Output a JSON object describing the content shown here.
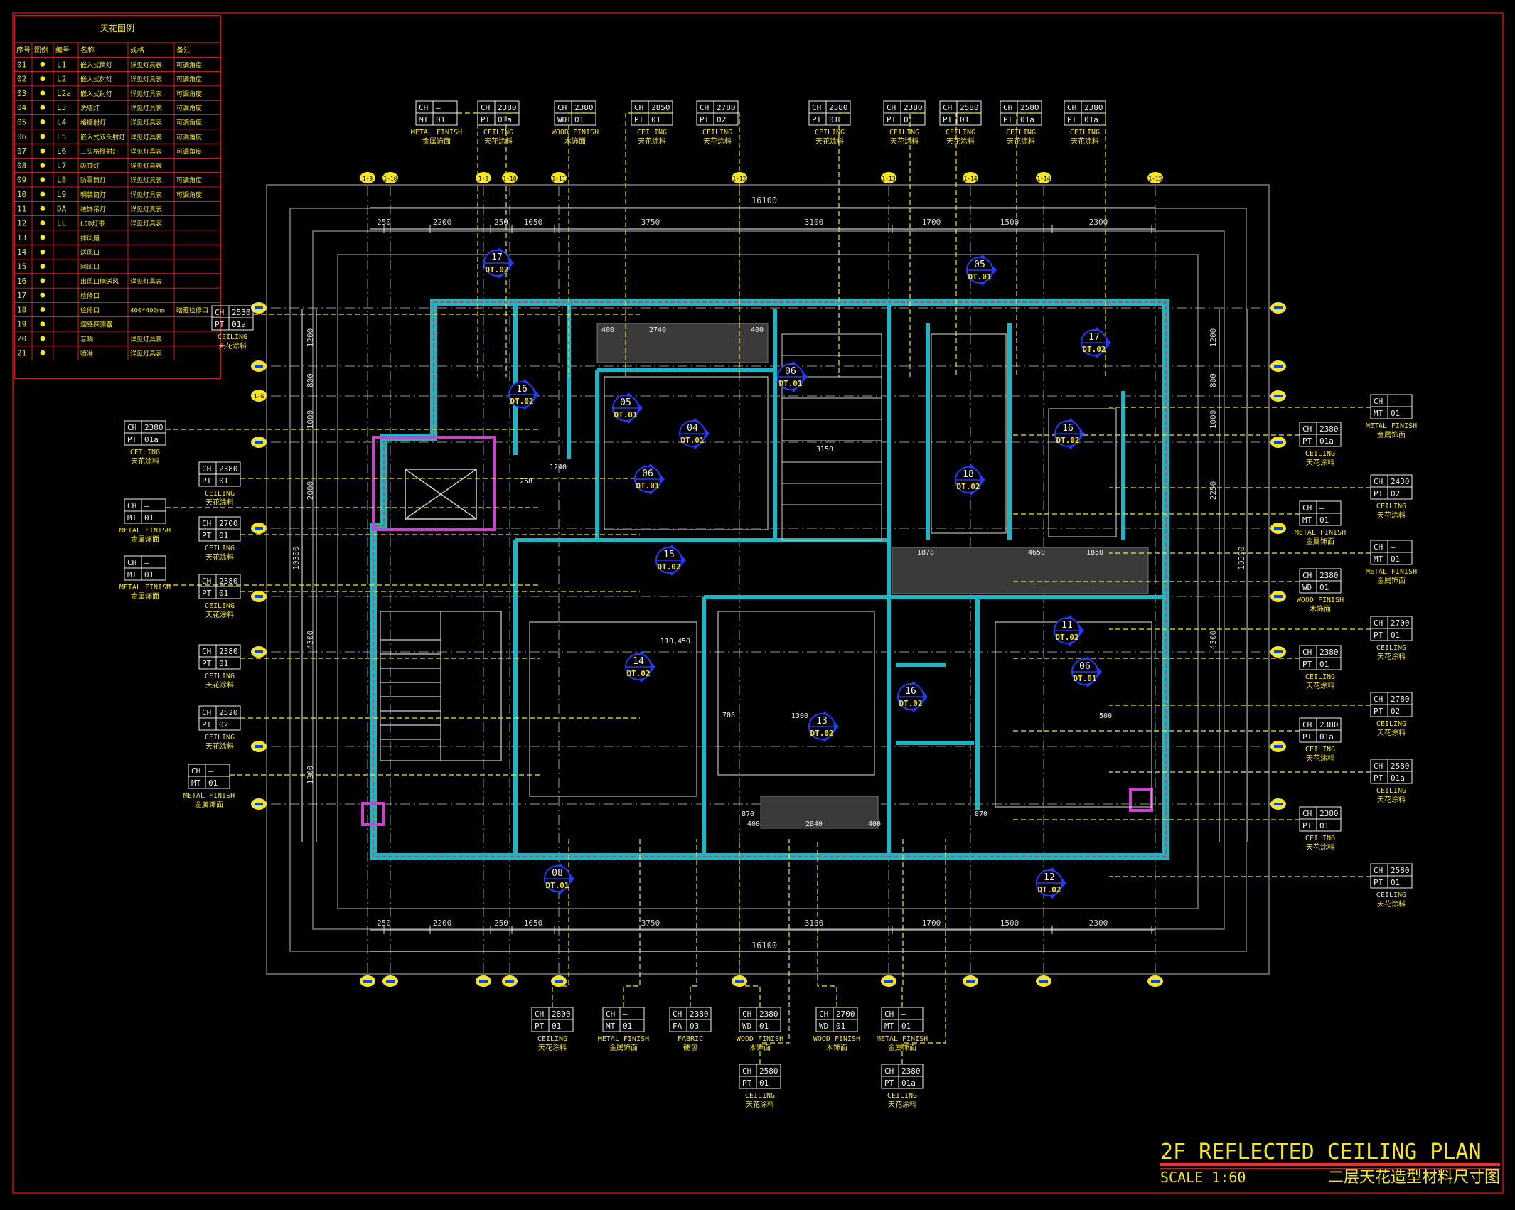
{
  "title": {
    "main": "2F REFLECTED CEILING PLAN",
    "scale": "SCALE 1:60",
    "cn": "二层天花造型材料尺寸图"
  },
  "legend": {
    "title": "天花图例",
    "headers": [
      "序号",
      "图例",
      "编号",
      "名称",
      "规格",
      "备注"
    ],
    "rows": [
      {
        "no": "01",
        "code": "L1",
        "name": "嵌入式筒灯",
        "spec": "详见灯具表",
        "note": "可调角度"
      },
      {
        "no": "02",
        "code": "L2",
        "name": "嵌入式射灯",
        "spec": "详见灯具表",
        "note": "可调角度"
      },
      {
        "no": "03",
        "code": "L2a",
        "name": "嵌入式射灯",
        "spec": "详见灯具表",
        "note": "可调角度"
      },
      {
        "no": "04",
        "code": "L3",
        "name": "洗墙灯",
        "spec": "详见灯具表",
        "note": "可调角度"
      },
      {
        "no": "05",
        "code": "L4",
        "name": "格栅射灯",
        "spec": "详见灯具表",
        "note": "可调角度"
      },
      {
        "no": "06",
        "code": "L5",
        "name": "嵌入式双头射灯",
        "spec": "详见灯具表",
        "note": "可调角度"
      },
      {
        "no": "07",
        "code": "L6",
        "name": "三头格栅射灯",
        "spec": "详见灯具表",
        "note": "可调角度"
      },
      {
        "no": "08",
        "code": "L7",
        "name": "吸顶灯",
        "spec": "详见灯具表",
        "note": ""
      },
      {
        "no": "09",
        "code": "L8",
        "name": "防雾筒灯",
        "spec": "详见灯具表",
        "note": "可调角度"
      },
      {
        "no": "10",
        "code": "L9",
        "name": "明装筒灯",
        "spec": "详见灯具表",
        "note": "可调角度"
      },
      {
        "no": "11",
        "code": "DA",
        "name": "装饰吊灯",
        "spec": "详见灯具表",
        "note": ""
      },
      {
        "no": "12",
        "code": "LL",
        "name": "LED灯带",
        "spec": "详见灯具表",
        "note": ""
      },
      {
        "no": "13",
        "code": "",
        "name": "排风扇",
        "spec": "",
        "note": ""
      },
      {
        "no": "14",
        "code": "",
        "name": "送风口",
        "spec": "",
        "note": ""
      },
      {
        "no": "15",
        "code": "",
        "name": "回风口",
        "spec": "",
        "note": ""
      },
      {
        "no": "16",
        "code": "",
        "name": "出风口侧送风",
        "spec": "详见灯具表",
        "note": ""
      },
      {
        "no": "17",
        "code": "",
        "name": "检修口",
        "spec": "",
        "note": ""
      },
      {
        "no": "18",
        "code": "",
        "name": "检修口",
        "spec": "400*400mm",
        "note": "暗藏检修口"
      },
      {
        "no": "19",
        "code": "",
        "name": "烟感探测器",
        "spec": "",
        "note": ""
      },
      {
        "no": "20",
        "code": "",
        "name": "音响",
        "spec": "详见灯具表",
        "note": ""
      },
      {
        "no": "21",
        "code": "",
        "name": "喷淋",
        "spec": "详见灯具表",
        "note": ""
      }
    ]
  },
  "dimensions": {
    "overall": "16100",
    "top_segments": [
      "250",
      "2200",
      "250",
      "1050",
      "3750",
      "3100",
      "1700",
      "1500",
      "2300"
    ],
    "bottom_segments": [
      "250",
      "2200",
      "250",
      "1050",
      "3750",
      "3100",
      "1700",
      "1500",
      "2300"
    ],
    "left_segments": [
      "1200",
      "800",
      "1000",
      "2000",
      "4300",
      "1200"
    ],
    "left_overall": "10300",
    "right_segments": [
      "1200",
      "800",
      "1000",
      "2250",
      "4300"
    ],
    "right_overall": "10300"
  },
  "grid": {
    "top": [
      "1-9",
      "1-10",
      "1-9",
      "1-10",
      "1-11",
      "1-12",
      "1-13",
      "1-14",
      "1-14",
      "1-15"
    ],
    "side": [
      "1-G"
    ]
  },
  "tags": {
    "top": [
      {
        "ch": "—",
        "code": "MT",
        "num": "01",
        "en": "METAL FINISH",
        "cn": "金属饰面"
      },
      {
        "ch": "2380",
        "code": "PT",
        "num": "01a",
        "en": "CEILING",
        "cn": "天花涂料"
      },
      {
        "ch": "2380",
        "code": "WD",
        "num": "01",
        "en": "WOOD FINISH",
        "cn": "木饰面"
      },
      {
        "ch": "2850",
        "code": "PT",
        "num": "01",
        "en": "CEILING",
        "cn": "天花涂料"
      },
      {
        "ch": "2780",
        "code": "PT",
        "num": "02",
        "en": "CEILING",
        "cn": "天花涂料"
      },
      {
        "ch": "2380",
        "code": "PT",
        "num": "01",
        "en": "CEILING",
        "cn": "天花涂料"
      },
      {
        "ch": "2380",
        "code": "PT",
        "num": "01",
        "en": "CEILING",
        "cn": "天花涂料"
      },
      {
        "ch": "2580",
        "code": "PT",
        "num": "01",
        "en": "CEILING",
        "cn": "天花涂料"
      },
      {
        "ch": "2580",
        "code": "PT",
        "num": "01a",
        "en": "CEILING",
        "cn": "天花涂料"
      },
      {
        "ch": "2380",
        "code": "PT",
        "num": "01a",
        "en": "CEILING",
        "cn": "天花涂料"
      }
    ],
    "left": [
      {
        "ch": "2530",
        "code": "PT",
        "num": "01a",
        "en": "CEILING",
        "cn": "天花涂料"
      },
      {
        "ch": "2380",
        "code": "PT",
        "num": "01a",
        "en": "CEILING",
        "cn": "天花涂料"
      },
      {
        "ch": "2380",
        "code": "PT",
        "num": "01",
        "en": "CEILING",
        "cn": "天花涂料"
      },
      {
        "ch": "—",
        "code": "MT",
        "num": "01",
        "en": "METAL FINISH",
        "cn": "金属饰面"
      },
      {
        "ch": "2700",
        "code": "PT",
        "num": "01",
        "en": "CEILING",
        "cn": "天花涂料"
      },
      {
        "ch": "—",
        "code": "MT",
        "num": "01",
        "en": "METAL FINISH",
        "cn": "金属饰面"
      },
      {
        "ch": "2380",
        "code": "PT",
        "num": "01",
        "en": "CEILING",
        "cn": "天花涂料"
      },
      {
        "ch": "2380",
        "code": "PT",
        "num": "01",
        "en": "CEILING",
        "cn": "天花涂料"
      },
      {
        "ch": "2520",
        "code": "PT",
        "num": "02",
        "en": "CEILING",
        "cn": "天花涂料"
      },
      {
        "ch": "—",
        "code": "MT",
        "num": "01",
        "en": "METAL FINISH",
        "cn": "金属饰面"
      }
    ],
    "right": [
      {
        "ch": "—",
        "code": "MT",
        "num": "01",
        "en": "METAL FINISH",
        "cn": "金属饰面"
      },
      {
        "ch": "2380",
        "code": "PT",
        "num": "01a",
        "en": "CEILING",
        "cn": "天花涂料"
      },
      {
        "ch": "2430",
        "code": "PT",
        "num": "02",
        "en": "CEILING",
        "cn": "天花涂料"
      },
      {
        "ch": "—",
        "code": "MT",
        "num": "01",
        "en": "METAL FINISH",
        "cn": "金属饰面"
      },
      {
        "ch": "—",
        "code": "MT",
        "num": "01",
        "en": "METAL FINISH",
        "cn": "金属饰面"
      },
      {
        "ch": "2380",
        "code": "WD",
        "num": "01",
        "en": "WOOD FINISH",
        "cn": "木饰面"
      },
      {
        "ch": "2700",
        "code": "PT",
        "num": "01",
        "en": "CEILING",
        "cn": "天花涂料"
      },
      {
        "ch": "2380",
        "code": "PT",
        "num": "01",
        "en": "CEILING",
        "cn": "天花涂料"
      },
      {
        "ch": "2780",
        "code": "PT",
        "num": "02",
        "en": "CEILING",
        "cn": "天花涂料"
      },
      {
        "ch": "2380",
        "code": "PT",
        "num": "01a",
        "en": "CEILING",
        "cn": "天花涂料"
      },
      {
        "ch": "2580",
        "code": "PT",
        "num": "01a",
        "en": "CEILING",
        "cn": "天花涂料"
      },
      {
        "ch": "2380",
        "code": "PT",
        "num": "01",
        "en": "CEILING",
        "cn": "天花涂料"
      },
      {
        "ch": "2580",
        "code": "PT",
        "num": "01",
        "en": "CEILING",
        "cn": "天花涂料"
      }
    ],
    "bottom": [
      {
        "ch": "2800",
        "code": "PT",
        "num": "01",
        "en": "CEILING",
        "cn": "天花涂料"
      },
      {
        "ch": "—",
        "code": "MT",
        "num": "01",
        "en": "METAL FINISH",
        "cn": "金属饰面"
      },
      {
        "ch": "2380",
        "code": "FA",
        "num": "03",
        "en": "FABRIC",
        "cn": "硬包"
      },
      {
        "ch": "2380",
        "code": "WD",
        "num": "01",
        "en": "WOOD FINISH",
        "cn": "木饰面"
      },
      {
        "ch": "2700",
        "code": "WD",
        "num": "01",
        "en": "WOOD FINISH",
        "cn": "木饰面"
      },
      {
        "ch": "—",
        "code": "MT",
        "num": "01",
        "en": "METAL FINISH",
        "cn": "金属饰面"
      },
      {
        "ch": "2580",
        "code": "PT",
        "num": "01",
        "en": "CEILING",
        "cn": "天花涂料"
      },
      {
        "ch": "2380",
        "code": "PT",
        "num": "01a",
        "en": "CEILING",
        "cn": "天花涂料"
      }
    ]
  },
  "details": [
    {
      "num": "17",
      "ref": "DT.02"
    },
    {
      "num": "05",
      "ref": "DT.01"
    },
    {
      "num": "17",
      "ref": "DT.02"
    },
    {
      "num": "16",
      "ref": "DT.02"
    },
    {
      "num": "05",
      "ref": "DT.01"
    },
    {
      "num": "04",
      "ref": "DT.01"
    },
    {
      "num": "06",
      "ref": "DT.01"
    },
    {
      "num": "06",
      "ref": "DT.01"
    },
    {
      "num": "18",
      "ref": "DT.02"
    },
    {
      "num": "16",
      "ref": "DT.02"
    },
    {
      "num": "15",
      "ref": "DT.02"
    },
    {
      "num": "14",
      "ref": "DT.02"
    },
    {
      "num": "13",
      "ref": "DT.02"
    },
    {
      "num": "16",
      "ref": "DT.02"
    },
    {
      "num": "11",
      "ref": "DT.02"
    },
    {
      "num": "06",
      "ref": "DT.01"
    },
    {
      "num": "08",
      "ref": "DT.01"
    },
    {
      "num": "12",
      "ref": "DT.02"
    }
  ],
  "plan_notes": [
    "2740",
    "400",
    "400",
    "1240",
    "258",
    "1878",
    "4650",
    "1850",
    "110,450",
    "708",
    "400",
    "2840",
    "400",
    "500",
    "870",
    "870",
    "1300",
    "3150"
  ]
}
